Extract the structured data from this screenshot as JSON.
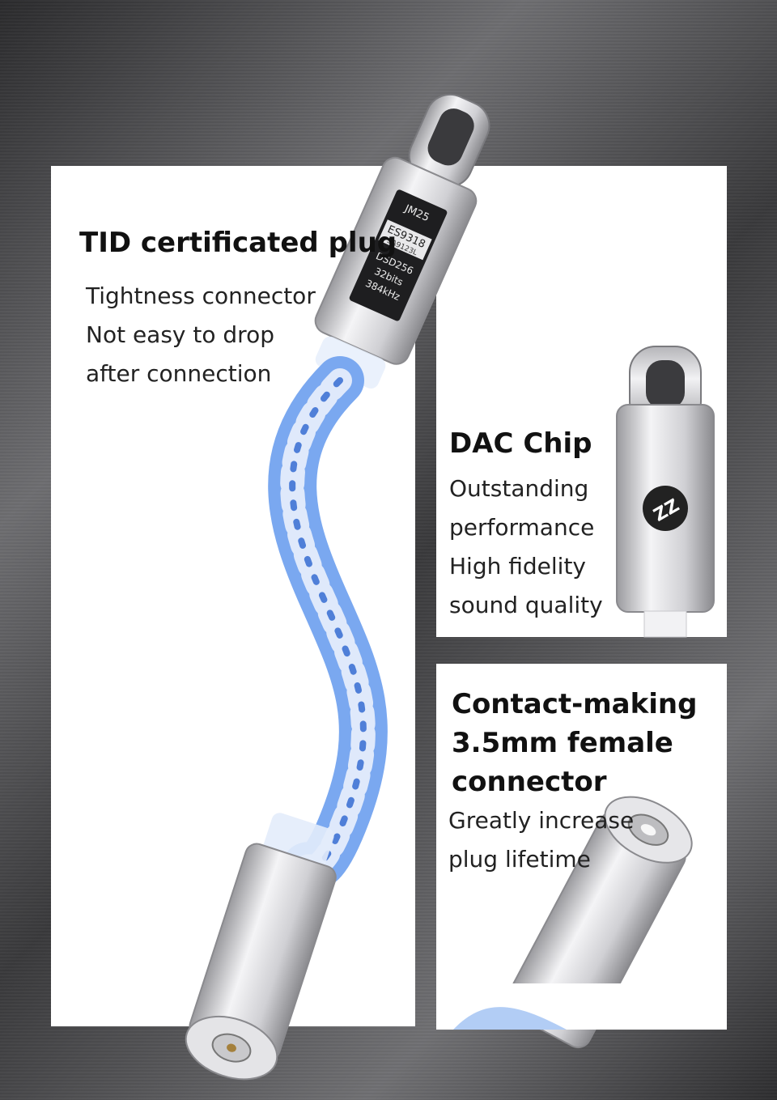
{
  "sections": {
    "plug": {
      "title": "TID certificated plug",
      "lines": [
        "Tightness connector",
        "Not easy to drop",
        "after connection"
      ]
    },
    "dac": {
      "title": "DAC Chip",
      "lines": [
        "Outstanding",
        "performance",
        "High fidelity",
        "sound quality"
      ]
    },
    "connector": {
      "title_lines": [
        "Contact-making",
        "3.5mm female",
        "connector"
      ],
      "lines": [
        "Greatly increase",
        "plug lifetime"
      ]
    }
  },
  "chip_label": {
    "model": "JM25",
    "chip": "ES9318",
    "chip2": "SA9123L",
    "spec1": "DSD256",
    "spec2": "32bits",
    "spec3": "384kHz"
  },
  "colors": {
    "background": "#4a4a4c",
    "panel": "#ffffff",
    "cable_blue": "#7aa8f0",
    "metal": "#d8d8dc"
  },
  "icons": [
    "type-c-plug-icon",
    "logo-badge-icon",
    "audio-jack-icon"
  ]
}
